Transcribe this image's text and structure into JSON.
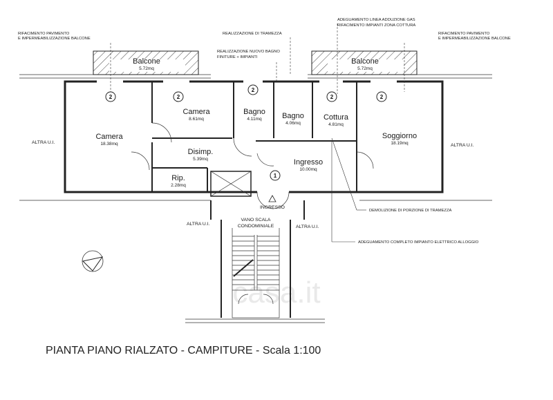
{
  "watermark": "casa.it",
  "title": "PIANTA PIANO RIALZATO - CAMPITURE - Scala 1:100",
  "rooms": [
    {
      "name": "Balcone",
      "area": "5.72mq"
    },
    {
      "name": "Balcone",
      "area": "5.72mq"
    },
    {
      "name": "Camera",
      "area": "8.61mq"
    },
    {
      "name": "Camera",
      "area": "18.38mq"
    },
    {
      "name": "Bagno",
      "area": "4.11mq"
    },
    {
      "name": "Bagno",
      "area": "4.06mq"
    },
    {
      "name": "Cottura",
      "area": "4.81mq"
    },
    {
      "name": "Soggiorno",
      "area": "18.19mq"
    },
    {
      "name": "Disimp.",
      "area": "5.39mq"
    },
    {
      "name": "Rip.",
      "area": "2.28mq"
    },
    {
      "name": "Ingresso",
      "area": "10.00mq"
    }
  ],
  "notes": {
    "balcone_left_1": "RIFACIMENTO PAVIMENTO",
    "balcone_left_2": "E IMPERMEABILIZZAZIONE BALCONE",
    "balcone_right_1": "RIFACIMENTO PAVIMENTO",
    "balcone_right_2": "E IMPERMEABILIZZAZIONE BALCONE",
    "tramezza": "REALIZZAZIONE DI TRAMEZZA",
    "bagno_1": "REALIZZAZIONE NUOVO BAGNO",
    "bagno_2": "FINITURE + IMPIANTI",
    "gas_1": "ADEGUAMENTO LINEA ADDUZIONE GAS",
    "gas_2": "RIFACIMENTO IMPIANTI ZONA COTTURA",
    "demolizione": "DEMOLIZIONE DI PORZIONE DI TRAMEZZA",
    "elettrico": "ADEGUAMENTO COMPLETO IMPIANTO ELETTRICO ALLOGGIO"
  },
  "labels": {
    "altra_left": "ALTRA U.I.",
    "altra_right": "ALTRA U.I.",
    "altra_stair_left": "ALTRA U.I.",
    "altra_stair_right": "ALTRA U.I.",
    "ingresso_entry": "INGRESSO",
    "vano_1": "VANO SCALA",
    "vano_2": "CONDOMINIALE",
    "marker_1": "1",
    "marker_2": "2",
    "marker_2b": "2",
    "marker_2c": "2",
    "marker_2d": "2",
    "marker_2e": "2"
  }
}
